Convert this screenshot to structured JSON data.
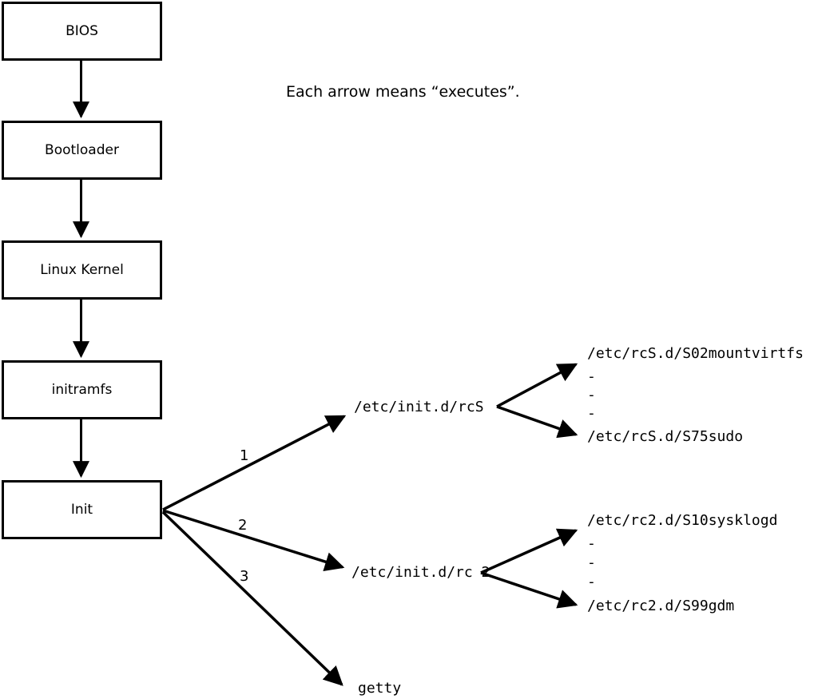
{
  "caption": "Each arrow means “executes”.",
  "colors": {
    "ink": "#000000",
    "background": "#ffffff"
  },
  "boot_chain": {
    "nodes": [
      {
        "label": "BIOS"
      },
      {
        "label": "Bootloader"
      },
      {
        "label": "Linux Kernel"
      },
      {
        "label": "initramfs"
      },
      {
        "label": "Init"
      }
    ]
  },
  "init_branches": [
    {
      "order": "1",
      "target": "/etc/init.d/rcS"
    },
    {
      "order": "2",
      "target": "/etc/init.d/rc 2"
    },
    {
      "order": "3",
      "target": "getty"
    }
  ],
  "rcS_scripts": {
    "first": "/etc/rcS.d/S02mountvirtfs",
    "ellipsis": [
      "-",
      "-",
      "-"
    ],
    "last": "/etc/rcS.d/S75sudo"
  },
  "rc2_scripts": {
    "first": "/etc/rc2.d/S10sysklogd",
    "ellipsis": [
      "-",
      "-",
      "-"
    ],
    "last": "/etc/rc2.d/S99gdm"
  }
}
